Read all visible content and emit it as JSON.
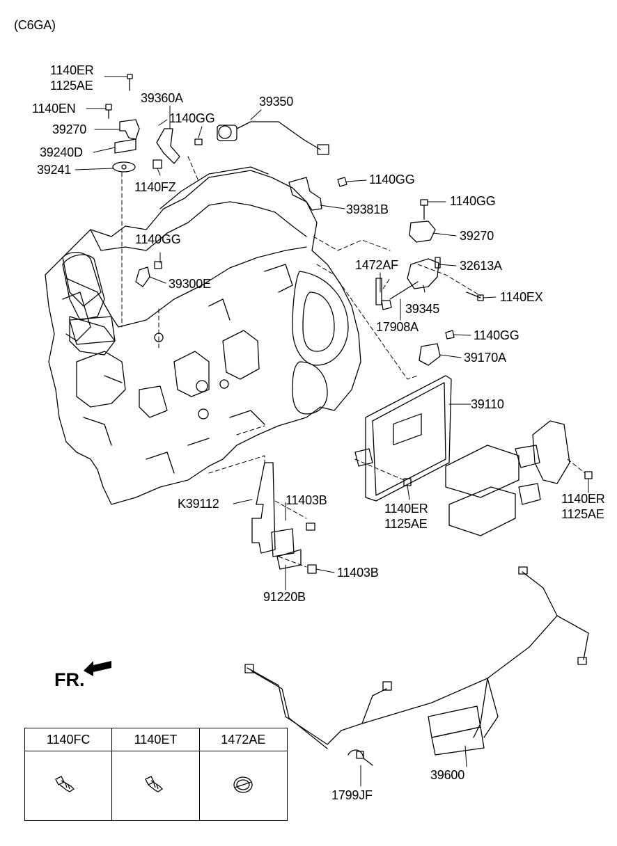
{
  "diagram": {
    "variant_label": "(C6GA)",
    "direction_label": "FR.",
    "callouts": [
      {
        "id": "c1",
        "text": "1140ER"
      },
      {
        "id": "c2",
        "text": "1125AE"
      },
      {
        "id": "c3",
        "text": "1140EN"
      },
      {
        "id": "c4",
        "text": "39270"
      },
      {
        "id": "c5",
        "text": "39240D"
      },
      {
        "id": "c6",
        "text": "39241"
      },
      {
        "id": "c7",
        "text": "39360A"
      },
      {
        "id": "c8",
        "text": "1140GG"
      },
      {
        "id": "c9",
        "text": "1140FZ"
      },
      {
        "id": "c10",
        "text": "39350"
      },
      {
        "id": "c11",
        "text": "1140GG"
      },
      {
        "id": "c12",
        "text": "39381B"
      },
      {
        "id": "c13",
        "text": "1140GG"
      },
      {
        "id": "c14",
        "text": "39270"
      },
      {
        "id": "c15",
        "text": "1140GG"
      },
      {
        "id": "c16",
        "text": "39300E"
      },
      {
        "id": "c17",
        "text": "1472AF"
      },
      {
        "id": "c18",
        "text": "32613A"
      },
      {
        "id": "c19",
        "text": "1140EX"
      },
      {
        "id": "c20",
        "text": "39345"
      },
      {
        "id": "c21",
        "text": "17908A"
      },
      {
        "id": "c22",
        "text": "1140GG"
      },
      {
        "id": "c23",
        "text": "39170A"
      },
      {
        "id": "c24",
        "text": "39110"
      },
      {
        "id": "c25",
        "text": "1140ER"
      },
      {
        "id": "c26",
        "text": "1125AE"
      },
      {
        "id": "c27",
        "text": "1140ER"
      },
      {
        "id": "c28",
        "text": "1125AE"
      },
      {
        "id": "c29",
        "text": "K39112"
      },
      {
        "id": "c30",
        "text": "11403B"
      },
      {
        "id": "c31",
        "text": "11403B"
      },
      {
        "id": "c32",
        "text": "91220B"
      },
      {
        "id": "c33",
        "text": "39600"
      },
      {
        "id": "c34",
        "text": "1799JF"
      }
    ]
  },
  "legend": {
    "columns": [
      {
        "label": "1140FC",
        "icon": "bolt-icon"
      },
      {
        "label": "1140ET",
        "icon": "bolt-icon"
      },
      {
        "label": "1472AE",
        "icon": "clip-ring-icon"
      }
    ]
  }
}
